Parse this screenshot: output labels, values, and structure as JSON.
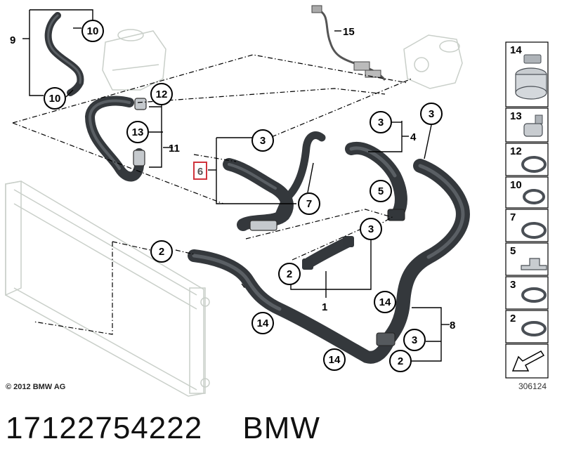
{
  "diagram": {
    "copyright": "© 2012 BMW AG",
    "image_number": "306124",
    "callouts": [
      "1",
      "2",
      "3",
      "4",
      "5",
      "6",
      "7",
      "8",
      "9",
      "10",
      "11",
      "12",
      "13",
      "14",
      "15"
    ]
  },
  "parts_panel": {
    "items": [
      {
        "number": "14",
        "icon": "wide-band-clamp-icon"
      },
      {
        "number": "13",
        "icon": "spring-clip-icon"
      },
      {
        "number": "12",
        "icon": "hose-clamp-icon"
      },
      {
        "number": "10",
        "icon": "hose-clamp-icon"
      },
      {
        "number": "7",
        "icon": "hose-clamp-icon"
      },
      {
        "number": "5",
        "icon": "saddle-clamp-icon"
      },
      {
        "number": "3",
        "icon": "spring-clamp-icon"
      },
      {
        "number": "2",
        "icon": "spring-clamp-icon"
      }
    ]
  },
  "footer": {
    "part_number": "17122754222",
    "brand": "BMW"
  },
  "colors": {
    "hose": "#34383c",
    "highlight_box": "#d0343c",
    "ghost_parts": "#c9cfc9"
  }
}
